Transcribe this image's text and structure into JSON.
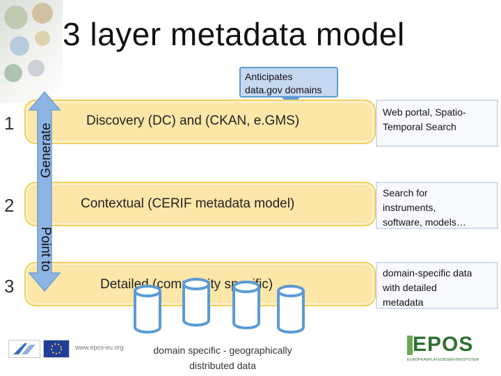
{
  "title": "3 layer metadata model",
  "tooltip": {
    "line1": "Anticipates",
    "line2": "data.gov domains"
  },
  "layers": [
    {
      "number": "1",
      "label": "Discovery (DC) and (CKAN, e.GMS)"
    },
    {
      "number": "2",
      "label": "Contextual (CERIF metadata model)"
    },
    {
      "number": "3",
      "label": "Detailed (community specific)"
    }
  ],
  "arrow_labels": {
    "up": "Generate",
    "down": "Point to"
  },
  "side_notes": [
    {
      "line1": "Web portal, Spatio-",
      "line2": "Temporal Search"
    },
    {
      "line1": "Search for",
      "line2": "instruments,",
      "line3": "software, models…"
    },
    {
      "line1": "domain-specific data",
      "line2": "with detailed",
      "line3": "metadata"
    }
  ],
  "footnote": {
    "line1": "domain specific - geographically",
    "line2": "distributed data"
  },
  "footer": {
    "url": "www.epos-eu.org",
    "epos_logo": "EPOS",
    "epos_tagline": "EUROPEANPLATEOBSERVINGSYSTEM"
  },
  "colors": {
    "layer_fill": "#fce6a8",
    "layer_border": "#f2ce5e",
    "arrow": "#8db4e2",
    "db_stroke": "#5b9bd5",
    "epos_green": "#6aa84f"
  }
}
